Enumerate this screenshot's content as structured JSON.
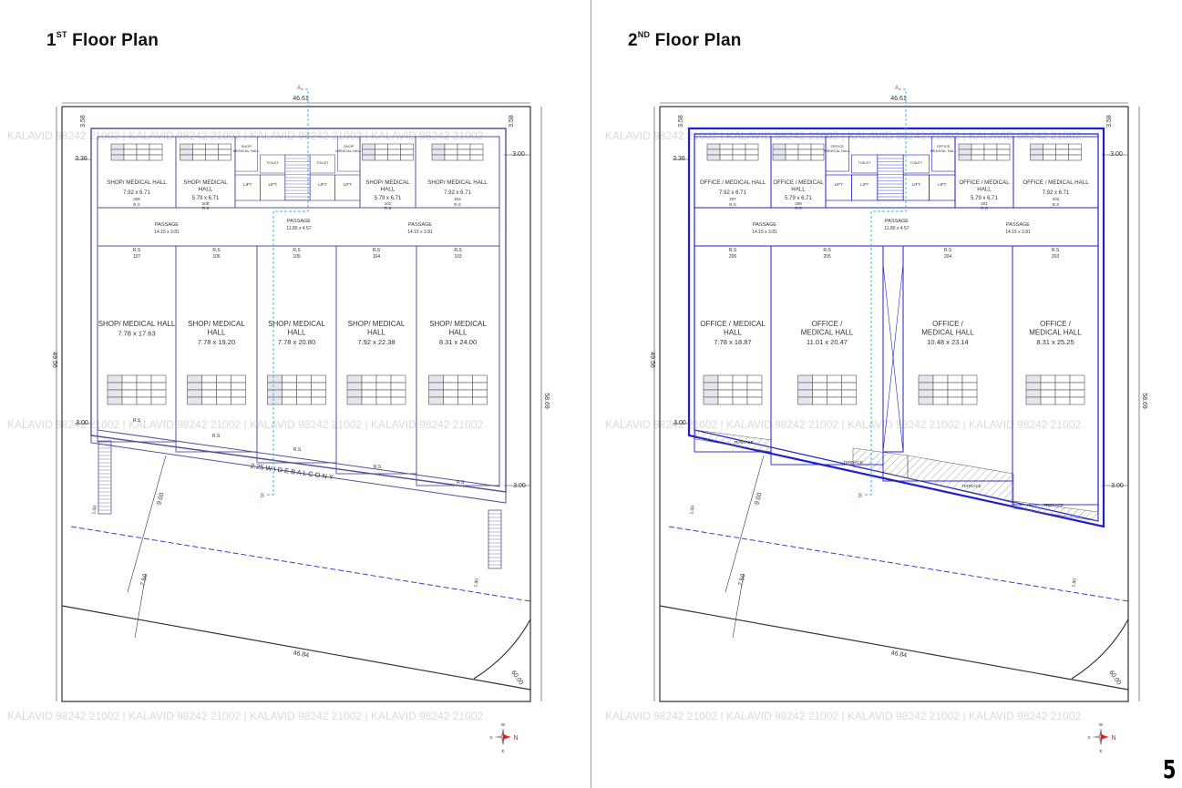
{
  "watermark_text": "KALAVID 98242 21002  | KALAVID 98242 21002  | KALAVID 98242 21002  | KALAVID 98242 21002",
  "page_number": "5",
  "colors": {
    "plan1": "#5a4d9c",
    "plan2": "#1f1fd0",
    "section_line": "#2fb0d8",
    "ink": "#333333"
  },
  "panels": [
    {
      "title": {
        "prefix": "1",
        "sup": "ST",
        "suffix": " Floor Plan"
      },
      "dims": {
        "top": "46.61",
        "left": "49.56",
        "right": "58.69",
        "bottom": "46.84",
        "chamfer": "60.00",
        "corner_left": "3.58",
        "corner_right": "3.58",
        "offset_left": "3.36",
        "offset_mid": "3.00",
        "offset_right_top": "3.00",
        "offset_right_bottom": "3.00",
        "setback_a": "9.00",
        "setback_b": "7.50",
        "small_a": "1.00",
        "small_b": "1.80"
      },
      "section": {
        "a": "A",
        "b": "B"
      },
      "balcony": "2.25  W I D E   B A L C O N Y",
      "passages": [
        {
          "label": "PASSAGE",
          "size": "14.15 x 3.81"
        },
        {
          "label": "PASSAGE",
          "size": "11.80 x 4.57"
        },
        {
          "label": "PASSAGE",
          "size": "14.15 x 3.81"
        }
      ],
      "top_units": [
        {
          "name": "SHOP/ MEDICAL HALL",
          "size": "7.92 x 6.71",
          "num": "208",
          "rs": "R.S"
        },
        {
          "name": "SHOP/ MEDICAL\nHALL",
          "size": "5.79 x 6.71",
          "num": "208",
          "rs": "R.S"
        },
        {
          "name": "SHOP/ MEDICAL\nHALL",
          "size": "5.79 x 6.71",
          "num": "101",
          "rs": "R.S"
        },
        {
          "name": "SHOP/ MEDICAL HALL",
          "size": "7.92 x 6.71",
          "num": "102",
          "rs": "R.S"
        }
      ],
      "bottom_units": [
        {
          "rs": "R.S",
          "num": "107",
          "name": "SHOP/ MEDICAL HALL",
          "size": "7.78 x 17.63"
        },
        {
          "rs": "R.S",
          "num": "106",
          "name": "SHOP/ MEDICAL\nHALL",
          "size": "7.78 x 19.20"
        },
        {
          "rs": "R.S",
          "num": "105",
          "name": "SHOP/ MEDICAL\nHALL",
          "size": "7.78 x 20.80"
        },
        {
          "rs": "R.S",
          "num": "104",
          "name": "SHOP/ MEDICAL\nHALL",
          "size": "7.92 x 22.38"
        },
        {
          "rs": "R.S",
          "num": "103",
          "name": "SHOP/ MEDICAL\nHALL",
          "size": "8.31 x 24.00"
        }
      ],
      "lifts": [
        "LIFT",
        "LIFT",
        "LIFT",
        "LIFT"
      ],
      "toilets": [
        "TOILET",
        "TOILET"
      ],
      "core_units": [
        "SHOP\nMEDICAL HALL",
        "SHOP\nMEDICAL HALL"
      ],
      "rs_bottom": [
        "R.S",
        "R.S",
        "R.S",
        "R.S",
        "R.S"
      ],
      "compass": {
        "n": "N",
        "w": "W",
        "s": "S",
        "e": "E"
      }
    },
    {
      "title": {
        "prefix": "2",
        "sup": "ND",
        "suffix": " Floor Plan"
      },
      "dims": {
        "top": "46.61",
        "left": "49.56",
        "right": "58.69",
        "bottom": "46.84",
        "chamfer": "60.00",
        "corner_left": "3.58",
        "corner_right": "3.58",
        "offset_left": "3.36",
        "offset_mid": "3.00",
        "offset_right_top": "3.00",
        "offset_right_bottom": "3.00",
        "setback_a": "9.00",
        "setback_b": "7.50",
        "small_a": "1.00",
        "small_b": "1.80"
      },
      "section": {
        "a": "A",
        "b": "B"
      },
      "terraces": [
        "TERRACE",
        "TERRACE",
        "TERRACE",
        "TERRACE"
      ],
      "passages": [
        {
          "label": "PASSAGE",
          "size": "14.15 x 3.81"
        },
        {
          "label": "PASSAGE",
          "size": "11.80 x 4.57"
        },
        {
          "label": "PASSAGE",
          "size": "14.15 x 3.81"
        }
      ],
      "top_units": [
        {
          "name": "OFFICE / MEDICAL HALL",
          "size": "7.92 x 6.71",
          "num": "207",
          "rs": "R.S"
        },
        {
          "name": "OFFICE / MEDICAL\nHALL",
          "size": "5.79 x 6.71",
          "num": "208",
          "rs": "R.S"
        },
        {
          "name": "OFFICE / MEDICAL\nHALL",
          "size": "5.79 x 6.71",
          "num": "201",
          "rs": "R.S"
        },
        {
          "name": "OFFICE / MEDICAL HALL",
          "size": "7.92 x 6.71",
          "num": "202",
          "rs": "R.S"
        }
      ],
      "bottom_units": [
        {
          "rs": "R.S",
          "num": "206",
          "name": "OFFICE / MEDICAL\nHALL",
          "size": "7.78 x 18.87"
        },
        {
          "rs": "R.S",
          "num": "205",
          "name": "OFFICE /\nMEDICAL HALL",
          "size": "11.01 x 20.47"
        },
        {
          "rs": "R.S",
          "num": "204",
          "name": "OFFICE /\nMEDICAL HALL",
          "size": "10.48 x 23.14"
        },
        {
          "rs": "R.S",
          "num": "203",
          "name": "OFFICE /\nMEDICAL HALL",
          "size": "8.31 x 25.25"
        }
      ],
      "lifts": [
        "LIFT",
        "LIFT",
        "LIFT",
        "LIFT"
      ],
      "toilets": [
        "TOILET",
        "TOILET"
      ],
      "core_units": [
        "OFFICE\nMEDICAL HALL",
        "OFFICE\nMEDICAL HALL"
      ],
      "compass": {
        "n": "N",
        "w": "W",
        "s": "S",
        "e": "E"
      }
    }
  ]
}
